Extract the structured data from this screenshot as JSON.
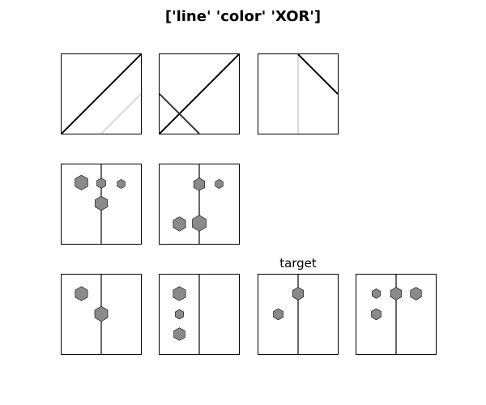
{
  "title": "['line' 'color' 'XOR']",
  "panel_label": "target",
  "colors": {
    "shape_fill": "#8a8a8a",
    "shape_stroke": "#000000",
    "line_dark": "#000000",
    "line_mid": "#333333",
    "line_light": "#d9d9d9"
  },
  "shape": "hexagon"
}
